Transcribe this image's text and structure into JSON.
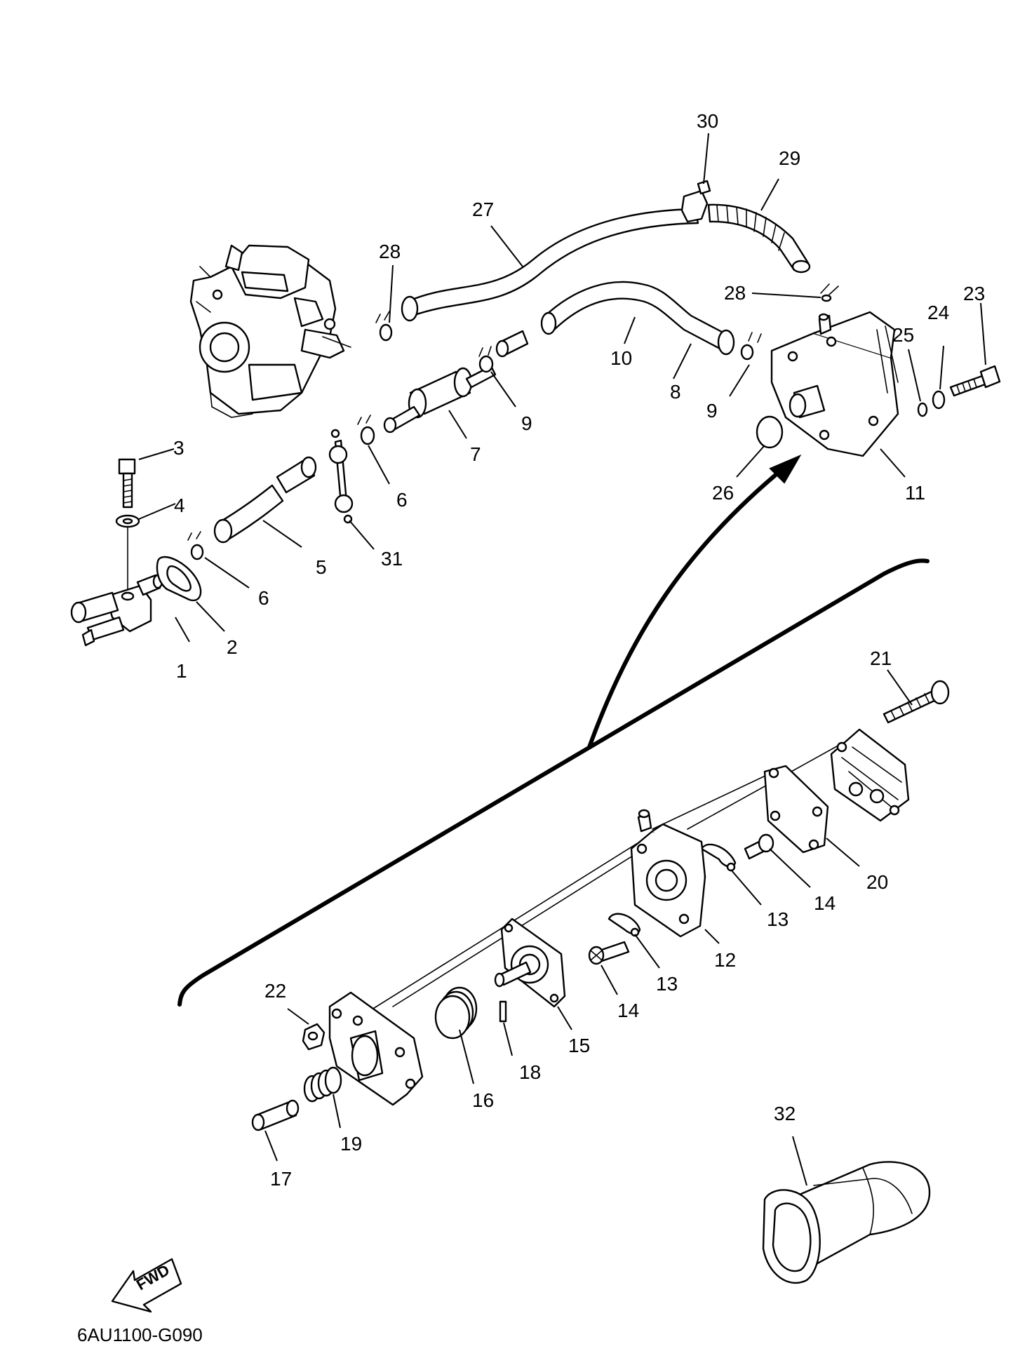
{
  "diagram": {
    "code": "6AU1100-G090",
    "fwd_label": "FWD"
  },
  "callouts": [
    {
      "id": "p1",
      "text": "1"
    },
    {
      "id": "p2",
      "text": "2"
    },
    {
      "id": "p3",
      "text": "3"
    },
    {
      "id": "p4",
      "text": "4"
    },
    {
      "id": "p5",
      "text": "5"
    },
    {
      "id": "p6a",
      "text": "6"
    },
    {
      "id": "p6b",
      "text": "6"
    },
    {
      "id": "p7",
      "text": "7"
    },
    {
      "id": "p8",
      "text": "8"
    },
    {
      "id": "p9a",
      "text": "9"
    },
    {
      "id": "p9b",
      "text": "9"
    },
    {
      "id": "p10",
      "text": "10"
    },
    {
      "id": "p11",
      "text": "11"
    },
    {
      "id": "p12",
      "text": "12"
    },
    {
      "id": "p13a",
      "text": "13"
    },
    {
      "id": "p13b",
      "text": "13"
    },
    {
      "id": "p14a",
      "text": "14"
    },
    {
      "id": "p14b",
      "text": "14"
    },
    {
      "id": "p15",
      "text": "15"
    },
    {
      "id": "p16",
      "text": "16"
    },
    {
      "id": "p17",
      "text": "17"
    },
    {
      "id": "p18",
      "text": "18"
    },
    {
      "id": "p19",
      "text": "19"
    },
    {
      "id": "p20",
      "text": "20"
    },
    {
      "id": "p21",
      "text": "21"
    },
    {
      "id": "p22",
      "text": "22"
    },
    {
      "id": "p23",
      "text": "23"
    },
    {
      "id": "p24",
      "text": "24"
    },
    {
      "id": "p25",
      "text": "25"
    },
    {
      "id": "p26",
      "text": "26"
    },
    {
      "id": "p27",
      "text": "27"
    },
    {
      "id": "p28a",
      "text": "28"
    },
    {
      "id": "p28b",
      "text": "28"
    },
    {
      "id": "p29",
      "text": "29"
    },
    {
      "id": "p30",
      "text": "30"
    },
    {
      "id": "p31",
      "text": "31"
    },
    {
      "id": "p32",
      "text": "32"
    }
  ]
}
